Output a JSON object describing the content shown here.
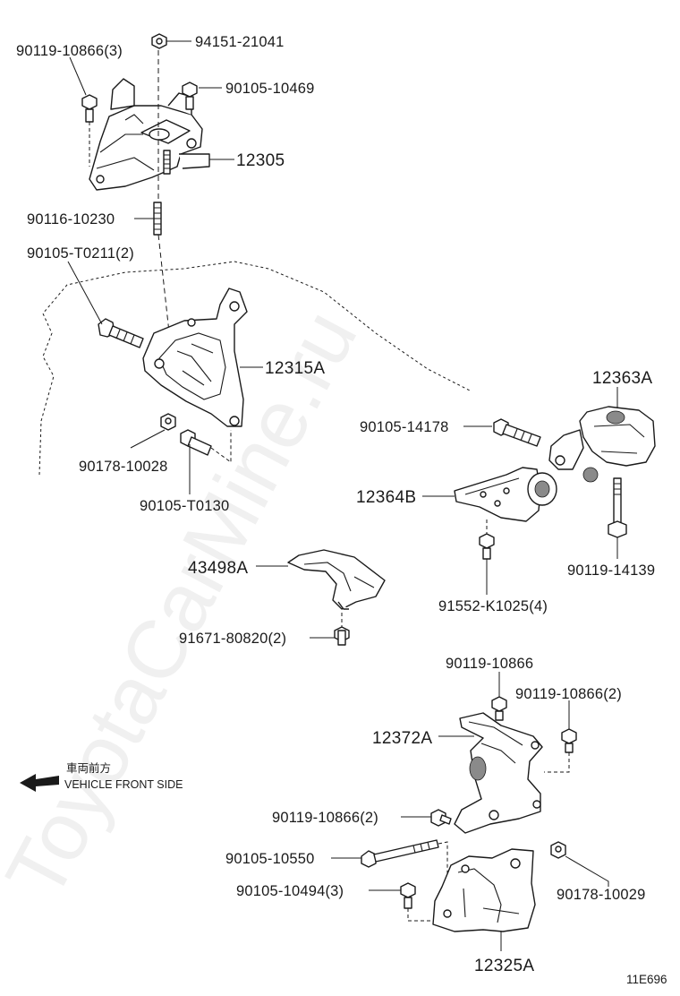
{
  "watermark": "ToyotaCarMine.ru",
  "labels": {
    "p94151_21041": "94151-21041",
    "p90119_10866_3": "90119-10866(3)",
    "p90105_10469": "90105-10469",
    "p12305": "12305",
    "p90116_10230": "90116-10230",
    "p90105_T0211_2": "90105-T0211(2)",
    "p12315A": "12315A",
    "p90178_10028": "90178-10028",
    "p90105_T0130": "90105-T0130",
    "p12363A": "12363A",
    "p90105_14178": "90105-14178",
    "p12364B": "12364B",
    "p90119_14139": "90119-14139",
    "p43498A": "43498A",
    "p91552_K1025_4": "91552-K1025(4)",
    "p91671_80820_2": "91671-80820(2)",
    "p90119_10866": "90119-10866",
    "p90119_10866_2a": "90119-10866(2)",
    "p12372A": "12372A",
    "p90119_10866_2b": "90119-10866(2)",
    "p90105_10550": "90105-10550",
    "p90178_10029": "90178-10029",
    "p90105_10494_3": "90105-10494(3)",
    "p12325A": "12325A"
  },
  "direction": {
    "japanese": "車両前方",
    "english": "VEHICLE FRONT SIDE"
  },
  "figure_code": "11E696"
}
